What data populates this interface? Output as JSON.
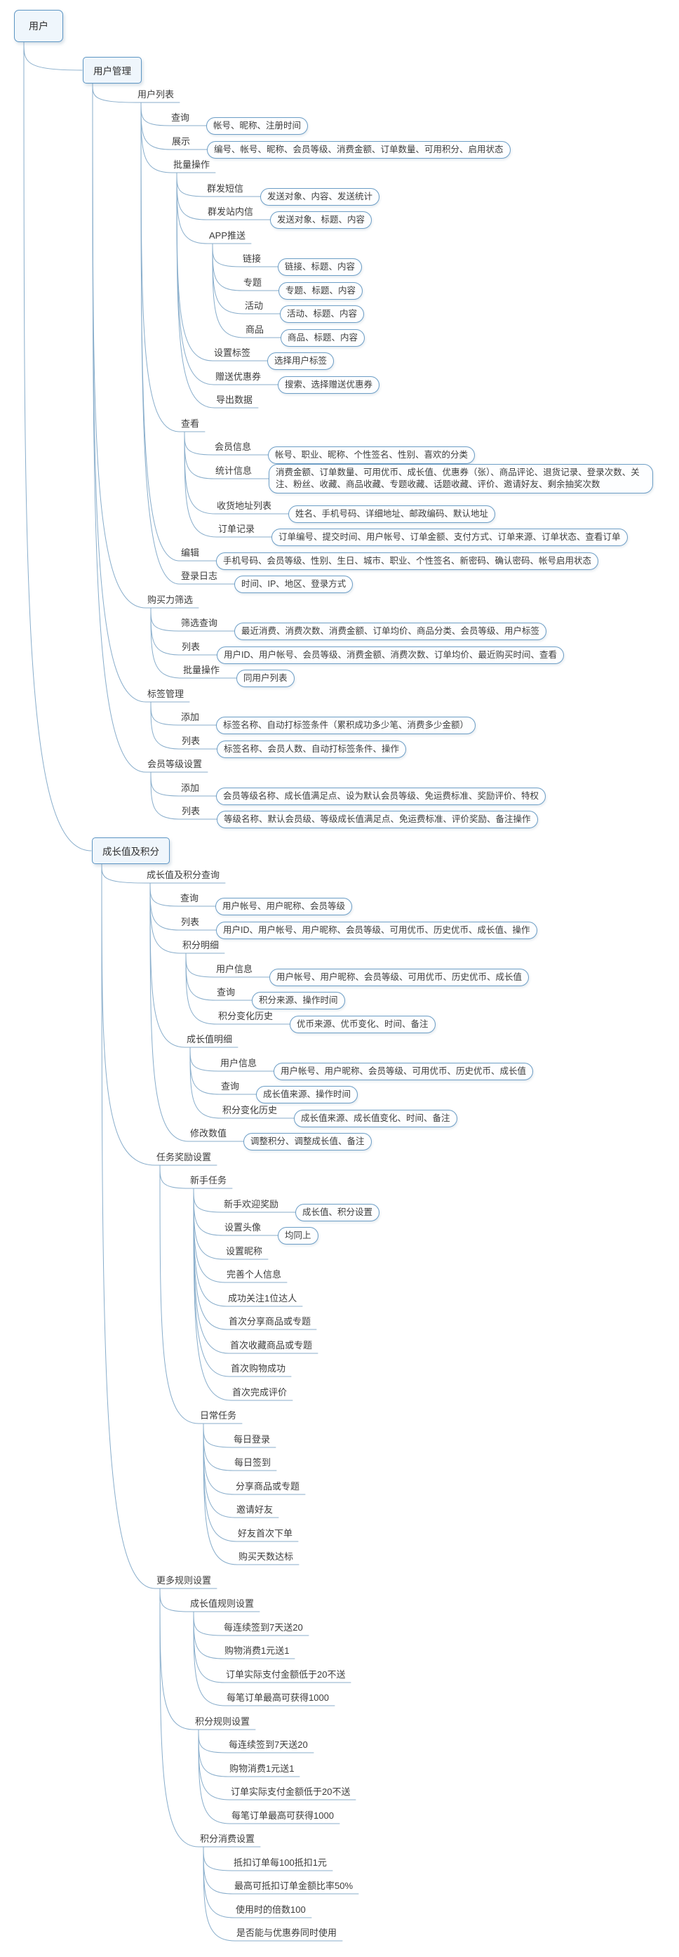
{
  "theme": {
    "line": "#88adcb",
    "box_border": "#5d95c3",
    "box_fill": "#eff6fc",
    "pill_border": "#6d9ec6",
    "pill_fill": "#fdfeff",
    "text": "#3c3c3c"
  },
  "tree": {
    "label": "用户",
    "type": "root",
    "children": [
      {
        "label": "用户管理",
        "type": "section",
        "children": [
          {
            "label": "用户列表",
            "children": [
              {
                "label": "查询",
                "pill": "帐号、昵称、注册时间"
              },
              {
                "label": "展示",
                "pill": "编号、帐号、昵称、会员等级、消费金额、订单数量、可用积分、启用状态"
              },
              {
                "label": "批量操作",
                "children": [
                  {
                    "label": "群发短信",
                    "pill": "发送对象、内容、发送统计"
                  },
                  {
                    "label": "群发站内信",
                    "pill": "发送对象、标题、内容"
                  },
                  {
                    "label": "APP推送",
                    "children": [
                      {
                        "label": "链接",
                        "pill": "链接、标题、内容"
                      },
                      {
                        "label": "专题",
                        "pill": "专题、标题、内容"
                      },
                      {
                        "label": "活动",
                        "pill": "活动、标题、内容"
                      },
                      {
                        "label": "商品",
                        "pill": "商品、标题、内容"
                      }
                    ]
                  },
                  {
                    "label": "设置标签",
                    "pill": "选择用户标签"
                  },
                  {
                    "label": "赠送优惠券",
                    "pill": "搜索、选择赠送优惠券"
                  },
                  {
                    "label": "导出数据"
                  }
                ]
              },
              {
                "label": "查看",
                "children": [
                  {
                    "label": "会员信息",
                    "pill": "帐号、职业、昵称、个性签名、性别、喜欢的分类"
                  },
                  {
                    "label": "统计信息",
                    "pill": "消费金额、订单数量、可用优币、成长值、优惠券（张）、商品评论、退货记录、登录次数、关注、粉丝、收藏、商品收藏、专题收藏、话题收藏、评价、邀请好友、剩余抽奖次数",
                    "pill_wrap": true
                  },
                  {
                    "label": "收货地址列表",
                    "pill": "姓名、手机号码、详细地址、邮政编码、默认地址"
                  },
                  {
                    "label": "订单记录",
                    "pill": "订单编号、提交时间、用户帐号、订单金额、支付方式、订单来源、订单状态、查看订单"
                  }
                ]
              },
              {
                "label": "编辑",
                "pill": "手机号码、会员等级、性别、生日、城市、职业、个性签名、新密码、确认密码、帐号启用状态"
              },
              {
                "label": "登录日志",
                "pill": "时间、IP、地区、登录方式"
              }
            ]
          },
          {
            "label": "购买力筛选",
            "children": [
              {
                "label": "筛选查询",
                "pill": "最近消费、消费次数、消费金额、订单均价、商品分类、会员等级、用户标签"
              },
              {
                "label": "列表",
                "pill": "用户ID、用户帐号、会员等级、消费金额、消费次数、订单均价、最近购买时间、查看"
              },
              {
                "label": "批量操作",
                "pill": "同用户列表"
              }
            ]
          },
          {
            "label": "标签管理",
            "children": [
              {
                "label": "添加",
                "pill": "标签名称、自动打标签条件（累积成功多少笔、消费多少金额）"
              },
              {
                "label": "列表",
                "pill": "标签名称、会员人数、自动打标签条件、操作"
              }
            ]
          },
          {
            "label": "会员等级设置",
            "children": [
              {
                "label": "添加",
                "pill": "会员等级名称、成长值满足点、设为默认会员等级、免运费标准、奖励评价、特权"
              },
              {
                "label": "列表",
                "pill": "等级名称、默认会员级、等级成长值满足点、免运费标准、评价奖励、备注操作"
              }
            ]
          }
        ]
      },
      {
        "label": "成长值及积分",
        "type": "section",
        "children": [
          {
            "label": "成长值及积分查询",
            "children": [
              {
                "label": "查询",
                "pill": "用户帐号、用户昵称、会员等级"
              },
              {
                "label": "列表",
                "pill": "用户ID、用户帐号、用户昵称、会员等级、可用优币、历史优币、成长值、操作"
              },
              {
                "label": "积分明细",
                "children": [
                  {
                    "label": "用户信息",
                    "pill": "用户帐号、用户昵称、会员等级、可用优币、历史优币、成长值"
                  },
                  {
                    "label": "查询",
                    "pill": "积分来源、操作时间"
                  },
                  {
                    "label": "积分变化历史",
                    "pill": "优币来源、优币变化、时间、备注"
                  }
                ]
              },
              {
                "label": "成长值明细",
                "children": [
                  {
                    "label": "用户信息",
                    "pill": "用户帐号、用户昵称、会员等级、可用优币、历史优币、成长值"
                  },
                  {
                    "label": "查询",
                    "pill": "成长值来源、操作时间"
                  },
                  {
                    "label": "积分变化历史",
                    "pill": "成长值来源、成长值变化、时间、备注"
                  }
                ]
              },
              {
                "label": "修改数值",
                "pill": "调整积分、调整成长值、备注"
              }
            ]
          },
          {
            "label": "任务奖励设置",
            "children": [
              {
                "label": "新手任务",
                "children": [
                  {
                    "label": "新手欢迎奖励",
                    "pill": "成长值、积分设置"
                  },
                  {
                    "label": "设置头像",
                    "pill": "均同上"
                  },
                  {
                    "label": "设置昵称"
                  },
                  {
                    "label": "完善个人信息"
                  },
                  {
                    "label": "成功关注1位达人"
                  },
                  {
                    "label": "首次分享商品或专题"
                  },
                  {
                    "label": "首次收藏商品或专题"
                  },
                  {
                    "label": "首次购物成功"
                  },
                  {
                    "label": "首次完成评价"
                  }
                ]
              },
              {
                "label": "日常任务",
                "children": [
                  {
                    "label": "每日登录"
                  },
                  {
                    "label": "每日签到"
                  },
                  {
                    "label": "分享商品或专题"
                  },
                  {
                    "label": "邀请好友"
                  },
                  {
                    "label": "好友首次下单"
                  },
                  {
                    "label": "购买天数达标"
                  }
                ]
              }
            ]
          },
          {
            "label": "更多规则设置",
            "children": [
              {
                "label": "成长值规则设置",
                "children": [
                  {
                    "label": "每连续签到7天送20"
                  },
                  {
                    "label": "购物消费1元送1"
                  },
                  {
                    "label": "订单实际支付金额低于20不送"
                  },
                  {
                    "label": "每笔订单最高可获得1000"
                  }
                ]
              },
              {
                "label": "积分规则设置",
                "children": [
                  {
                    "label": "每连续签到7天送20"
                  },
                  {
                    "label": "购物消费1元送1"
                  },
                  {
                    "label": "订单实际支付金额低于20不送"
                  },
                  {
                    "label": "每笔订单最高可获得1000"
                  }
                ]
              },
              {
                "label": "积分消费设置",
                "children": [
                  {
                    "label": "抵扣订单每100抵扣1元"
                  },
                  {
                    "label": "最高可抵扣订单金额比率50%"
                  },
                  {
                    "label": "使用时的倍数100"
                  },
                  {
                    "label": "是否能与优惠券同时使用"
                  }
                ]
              }
            ]
          }
        ]
      }
    ]
  }
}
